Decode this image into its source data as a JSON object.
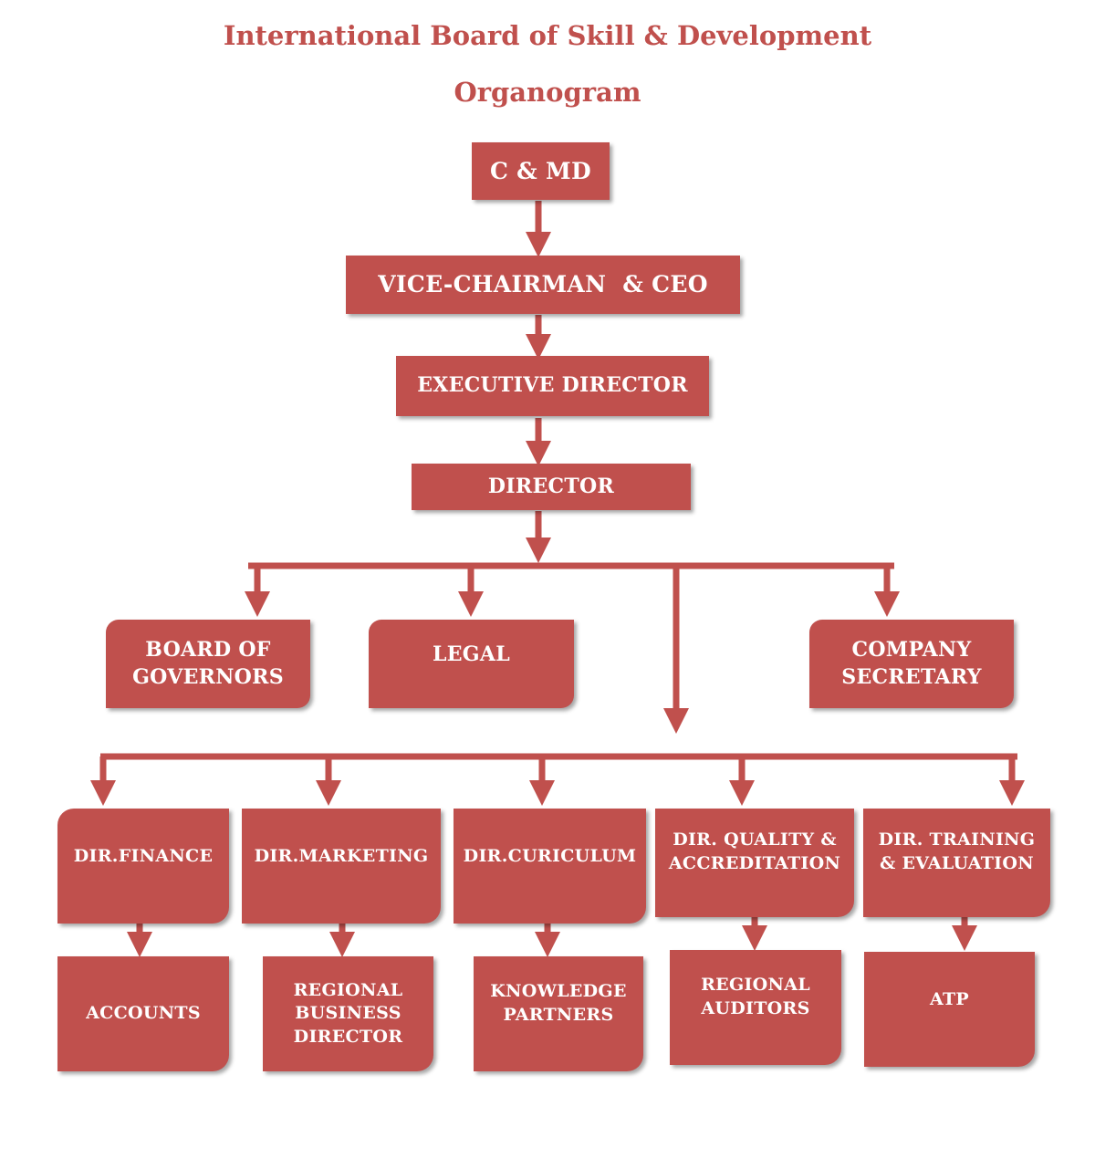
{
  "header": {
    "title": "International Board of Skill & Development",
    "subtitle": "Organogram"
  },
  "colors": {
    "accent": "#c0504d",
    "text_on_accent": "#ffffff"
  },
  "nodes": {
    "cmd": "C & MD",
    "vice_chairman": "VICE-CHAIRMAN  & CEO",
    "executive_director": "EXECUTIVE DIRECTOR",
    "director": "DIRECTOR",
    "board_of_governors": "BOARD OF\nGOVERNORS",
    "legal": "LEGAL",
    "company_secretary": "COMPANY\nSECRETARY",
    "dir_finance": "DIR.FINANCE",
    "dir_marketing": "DIR.MARKETING",
    "dir_curiculum": "DIR.CURICULUM",
    "dir_quality": "DIR. QUALITY &\nACCREDITATION",
    "dir_training": "DIR. TRAINING\n& EVALUATION",
    "accounts": "ACCOUNTS",
    "regional_business_director": "REGIONAL\nBUSINESS\nDIRECTOR",
    "knowledge_partners": "KNOWLEDGE\nPARTNERS",
    "regional_auditors": "REGIONAL\nAUDITORS",
    "atp": "ATP"
  }
}
